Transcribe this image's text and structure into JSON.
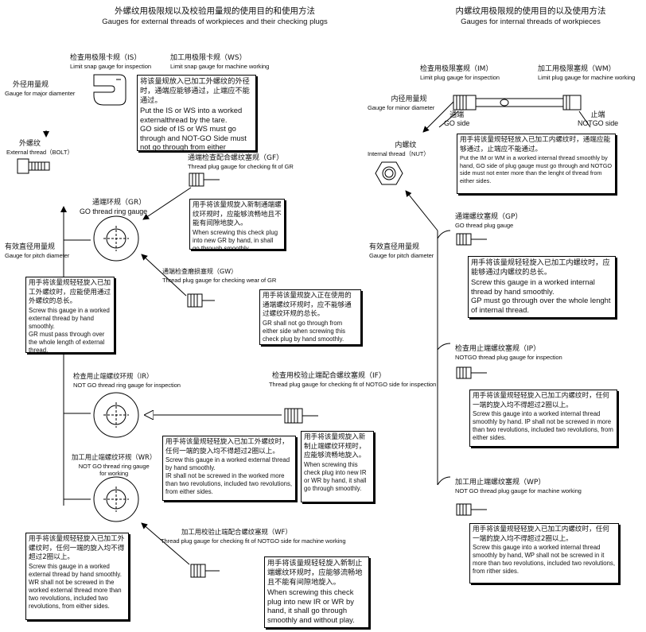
{
  "external": {
    "title_zh": "外螺纹用极限规以及校验用量规的使用目的和使用方法",
    "title_en": "Gauges for external threads of workpieces and their checking plugs",
    "is_label_zh": "检查用极限卡规（IS）",
    "is_label_en": "Limit snap gauge for inspection",
    "ws_label_zh": "加工用极限卡规（WS）",
    "ws_label_en": "Limit snap gauge for machine working",
    "major_label_zh": "外径用量规",
    "major_label_en": "Gauge for major diamenter",
    "bolt_label_zh": "外螺纹",
    "bolt_label_en": "External thread（BOLT）",
    "pitch_label_zh": "有效直径用量规",
    "pitch_label_en": "Gauge for pitch diameter",
    "gr_label_zh": "通端环规（GR）",
    "gr_label_en": "GO thread ring gauge",
    "gf_label_zh": "通端检查配合螺纹塞规（GF）",
    "gf_label_en": "Thread plug gauge for checking fit of GR",
    "gw_label_zh": "通端检查磨损塞规（GW）",
    "gw_label_en": "Thread plug gauge for checking wear of GR",
    "ir_label_zh": "检查用止端螺纹环规（IR）",
    "ir_label_en": "NOT GO thread ring gauge for inspection",
    "if_label_zh": "检查用校验止端配合螺纹塞规（IF）",
    "if_label_en": "Thread plug gauge for checking fit of NOTGO side for inspection",
    "wr_label_zh": "加工用止端螺纹环规（WR）",
    "wr_label_en1": "NOT GO thread ring gauge",
    "wr_label_en2": "for working",
    "wf_label_zh": "加工用校验止端配合螺纹塞规（WF）",
    "wf_label_en": "Thread plug gauge for checking fit of NOTGO side for machine working",
    "box_snap_zh": "将该量规放入已加工外螺纹的外径时，通端应能够通过，止端应不能通过。",
    "box_snap_en": "Put the IS or WS into a worked externalthread by the tare.\nGO side of IS or WS must go through and NOT-GO Side must not go through from either directions.",
    "box_gf_zh": "用手将该量规旋入新制通端螺纹环规时，应能够流畅地且不能有间隙地旋入。",
    "box_gf_en": "When screwing this check plug into new GR by hand, in shall go through smoothly.",
    "box_gr_zh": "用手将该量规轻轻旋入已加工外螺纹时，应能使用通过外螺纹的总长。",
    "box_gr_en": "Screw this gauge in a worked external thread by hand smoothly.\nGR must pass through over the whole length of external thread.",
    "box_gw_zh": "用手将该量规旋入正在使用的通端螺纹环规时，应不能够通过螺纹环规的总长。",
    "box_gw_en": "GR shall not go through from either side when screwing this check plug by hand smoothly.",
    "box_ir_zh": "用手将该量规轻轻旋入已加工外螺纹时，任何一端的旋入均不得超过2圈以上。",
    "box_ir_en": "Screw this gauge in a worked external thread by hand smoothly.\nIR shall not be screwed in the worked more than two revolutions, included two revolutions, from either sides.",
    "box_if_zh": "用手将该量规旋入新制止端螺纹环规时，应能够流畅地旋入。",
    "box_if_en": "When screwing this check plug into new IR or WR by hand, it shall go through smoothly.",
    "box_wr_zh": "用手将该量规轻轻旋入已加工外螺纹时，任何一端的旋入均不得超过2圈以上。",
    "box_wr_en": "Screw this gauge in a worked external thread by hand smoothly.\nWR shall not be screwed in the worked external thread more than two revolutions, included two revolutions, from either sides.",
    "box_wf_zh": "用手将该量规轻轻旋入新制止端螺纹环规时，应能够流畅地且不能有间隙地旋入。",
    "box_wf_en": "When screwing this check plug into new IR or WR by hand, it shall go through smoothly and without play."
  },
  "internal": {
    "title_zh": "内螺纹用极限规的使用目的以及使用方法",
    "title_en": "Gauges for internal threads of workpieces",
    "im_label_zh": "检查用极限塞规（IM）",
    "im_label_en": "Limit plug gauge for inspection",
    "wm_label_zh": "加工用极限塞规（WM）",
    "wm_label_en": "Limit plug gauge for machine working",
    "minor_label_zh": "内径用量规",
    "minor_label_en": "Gauge for minor diameter",
    "go_side_zh": "通端",
    "go_side_en": "GO side",
    "notgo_side_zh": "止端",
    "notgo_side_en": "NOTGO side",
    "nut_label_zh": "内螺纹",
    "nut_label_en": "Internal thread（NUT）",
    "pitch_label_zh": "有效直径用量规",
    "pitch_label_en": "Gauge for pitch diameter",
    "gp_label_zh": "通端螺纹塞规（GP）",
    "gp_label_en": "GO thread plug gauge",
    "ip_label_zh": "检查用止端螺纹塞规（IP）",
    "ip_label_en": "NOTGO thread plug gauge for inspection",
    "wp_label_zh": "加工用止端螺纹塞规（WP）",
    "wp_label_en": "NOT GO thread plug gauge for machine working",
    "box_im_zh": "用手将该量规轻轻放入已加工内螺纹时，通端应能够通过，止端应不能通过。",
    "box_im_en": "Put the IM or WM in a worked internal thread smoothly by hand, GO side of plug gauge must go through and NOTGO side must not enter more than the lenght of thread from either sides.",
    "box_gp_zh": "用手将该量规轻轻旋入已加工内螺纹时，应能够通过内螺纹的总长。",
    "box_gp_en": "Screw this gauge in a worked internal thread by hand smoothly.\nGP must go through over the whole lenght of internal thread.",
    "box_ip_zh": "用手将该量规轻轻旋入已加工内螺纹时，任何一端的旋入均不得超过2圈以上。",
    "box_ip_en": "Screw this gauge into a worked internal thread smoothly by hand. IP shall not be screwed in more than two revolutions, included two revolutions, from either sides.",
    "box_wp_zh": "用手将该量规轻轻旋入已加工内螺纹时，任何一端的旋入均不得超过2圈以上。",
    "box_wp_en": "Screw this gauge into a worked internal thread smoothly by hand, WP shall not be screwed in it more than two revolutions, included two revolutions, from rither sides."
  }
}
